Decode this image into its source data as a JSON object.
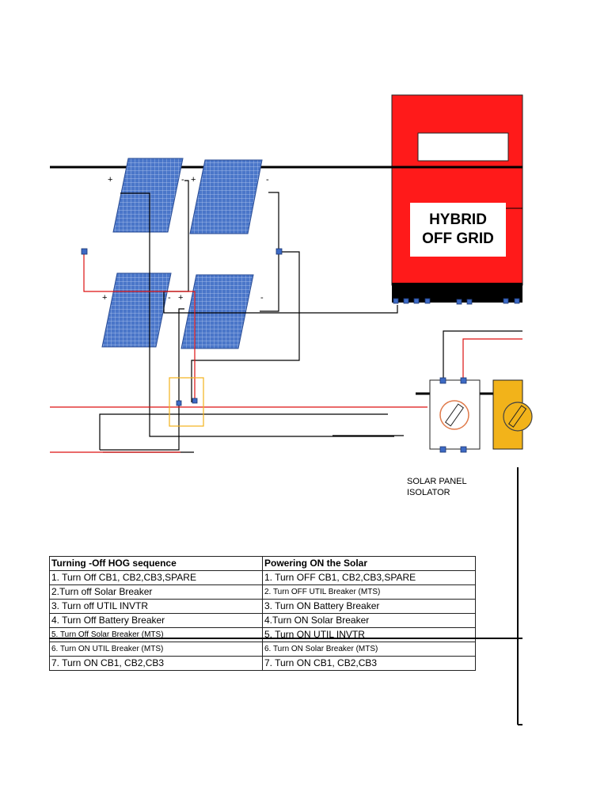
{
  "panel_signs": {
    "p1_plus": "+",
    "p1_minus": "-",
    "p2_plus": "+",
    "p2_minus": "-",
    "p3_plus": "+",
    "p3_minus": "-",
    "p4_plus": "+",
    "p4_minus": "-"
  },
  "inverter": {
    "line1": "HYBRID",
    "line2": "OFF GRID",
    "body_color": "#ff1a1a"
  },
  "isolator_label": {
    "line1": "SOLAR PANEL",
    "line2": "ISOLATOR"
  },
  "table": {
    "headers": [
      "Turning -Off HOG sequence",
      "Powering ON the Solar"
    ],
    "rows": [
      [
        "1. Turn Off CB1, CB2,CB3,SPARE",
        "1. Turn OFF CB1, CB2,CB3,SPARE"
      ],
      [
        "2.Turn off Solar Breaker",
        "2. Turn OFF UTIL Breaker (MTS)"
      ],
      [
        "3. Turn off UTIL INVTR",
        "3. Turn ON Battery Breaker"
      ],
      [
        "4. Turn Off Battery Breaker",
        "4.Turn ON Solar Breaker"
      ],
      [
        "5. Turn Off Solar Breaker (MTS)",
        "5. Turn ON UTIL INVTR"
      ],
      [
        "6. Turn ON UTIL Breaker (MTS)",
        "6. Turn ON Solar Breaker (MTS)"
      ],
      [
        "7. Turn ON CB1, CB2,CB3",
        "7. Turn ON CB1, CB2,CB3"
      ]
    ]
  }
}
